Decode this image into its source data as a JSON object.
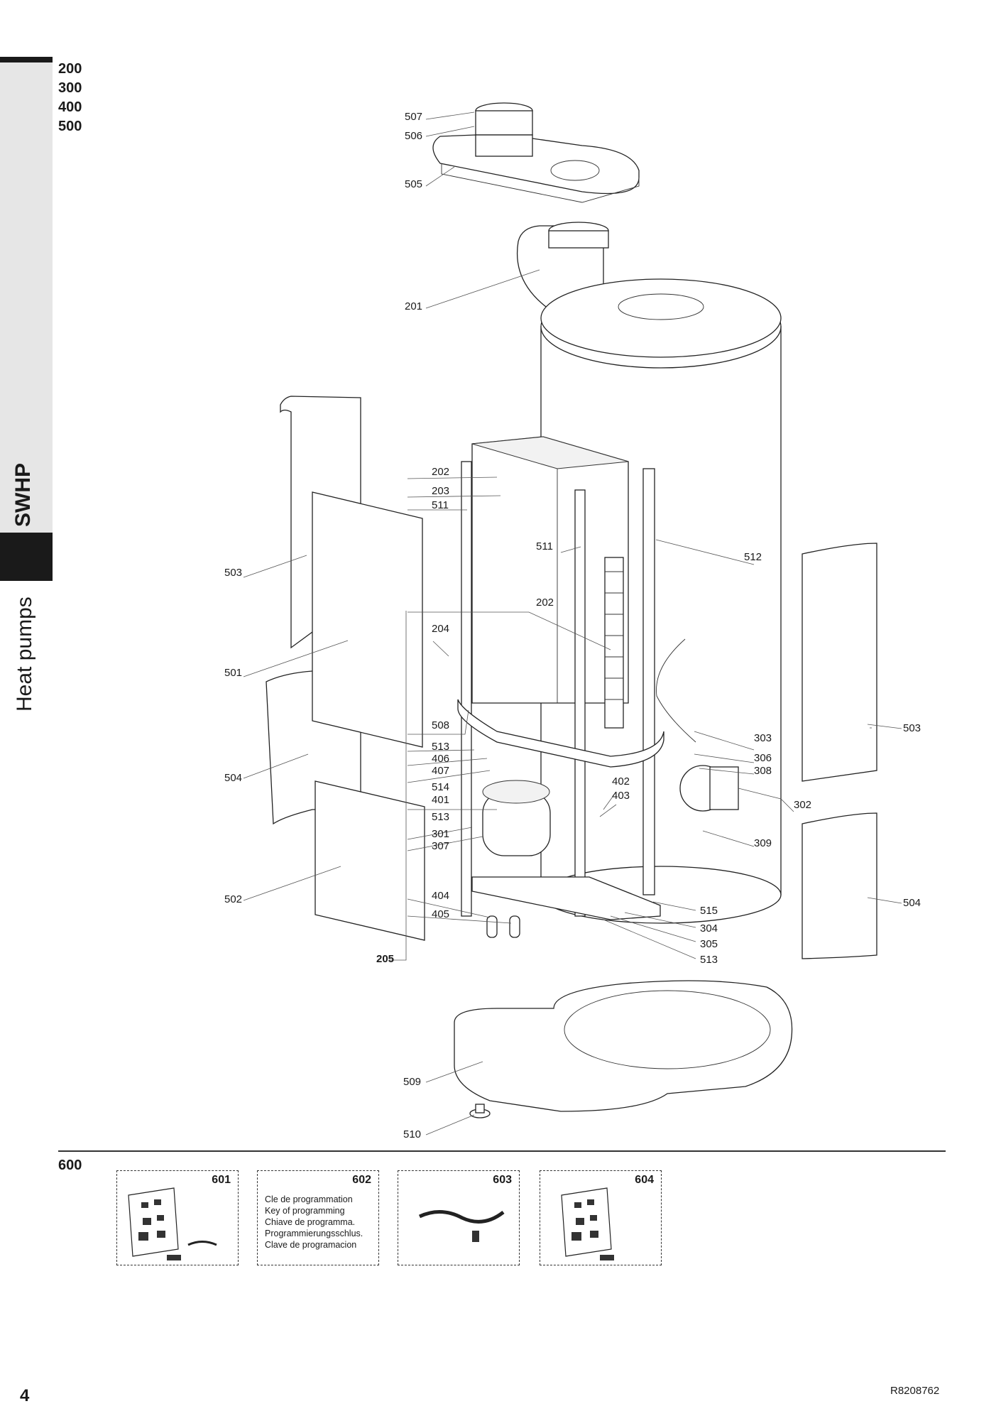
{
  "sidebar": {
    "section_label": "SWHP",
    "category_label": "Heat pumps"
  },
  "models": [
    "200",
    "300",
    "400",
    "500"
  ],
  "callouts": {
    "c507": "507",
    "c506": "506",
    "c505": "505",
    "c201": "201",
    "c202a": "202",
    "c203": "203",
    "c511a": "511",
    "c511b": "511",
    "c512": "512",
    "c503a": "503",
    "c202b": "202",
    "c204": "204",
    "c501": "501",
    "c508": "508",
    "c513a": "513",
    "c406": "406",
    "c407": "407",
    "c514": "514",
    "c401": "401",
    "c513b": "513",
    "c301": "301",
    "c307": "307",
    "c402": "402",
    "c403": "403",
    "c303": "303",
    "c306": "306",
    "c308": "308",
    "c302": "302",
    "c309": "309",
    "c503b": "503",
    "c504a": "504",
    "c504b": "504",
    "c502": "502",
    "c404": "404",
    "c405": "405",
    "c205": "205",
    "c515": "515",
    "c304": "304",
    "c305": "305",
    "c513c": "513",
    "c509": "509",
    "c510": "510"
  },
  "section_600": {
    "label": "600",
    "kits": [
      {
        "number": "601",
        "text": []
      },
      {
        "number": "602",
        "text": [
          "Cle de programmation",
          "Key of programming",
          "Chiave de programma.",
          "Programmierungsschlus.",
          "Clave de programacion"
        ]
      },
      {
        "number": "603",
        "text": []
      },
      {
        "number": "604",
        "text": []
      }
    ]
  },
  "footer": {
    "page_number": "4",
    "document_ref": "R8208762"
  }
}
